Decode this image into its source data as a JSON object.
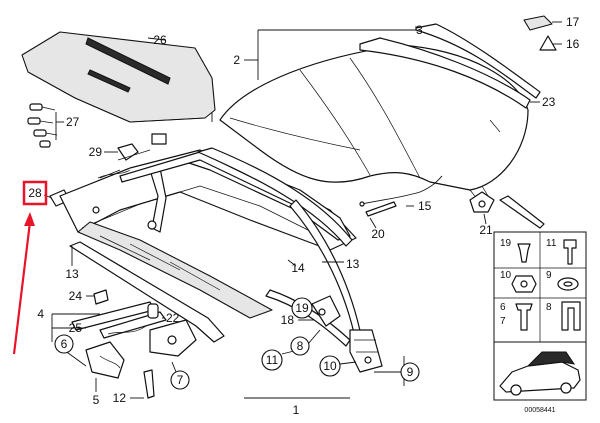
{
  "highlight_color": "#e8142a",
  "part_numbers": {
    "p1": "1",
    "p2": "2",
    "p3": "3",
    "p4": "4",
    "p5": "5",
    "p6": "6",
    "p7": "7",
    "p8": "8",
    "p9": "9",
    "p10": "10",
    "p11": "11",
    "p12": "12",
    "p13a": "13",
    "p13b": "13",
    "p14": "14",
    "p15": "15",
    "p16": "16",
    "p17": "17",
    "p18": "18",
    "p19": "19",
    "p20": "20",
    "p21": "21",
    "p22": "22",
    "p23": "23",
    "p24": "24",
    "p25": "25",
    "p26": "26",
    "p27": "27",
    "p28": "28",
    "p29": "29"
  },
  "hardware_panel": {
    "items": [
      "19",
      "11",
      "10",
      "9",
      "6",
      "7",
      "8"
    ]
  },
  "reference_number": "00058441"
}
